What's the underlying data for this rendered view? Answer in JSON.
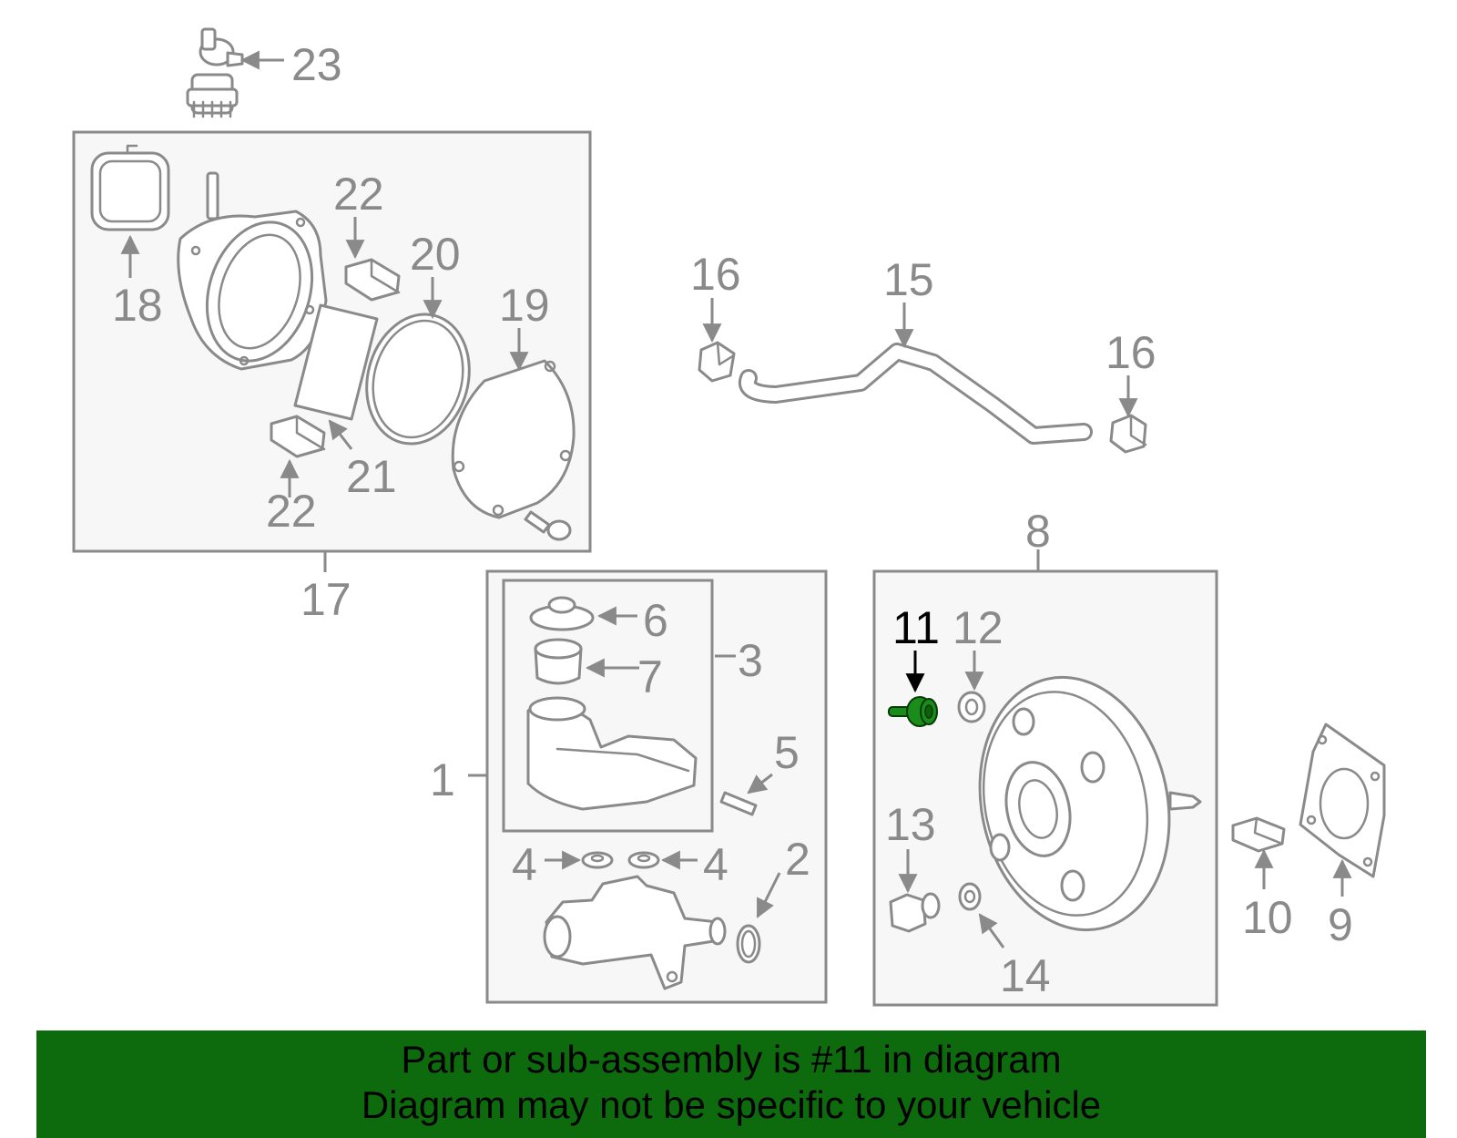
{
  "callouts": {
    "c1": "1",
    "c2": "2",
    "c3": "3",
    "c4a": "4",
    "c4b": "4",
    "c5": "5",
    "c6": "6",
    "c7": "7",
    "c8": "8",
    "c9": "9",
    "c10": "10",
    "c11": "11",
    "c12": "12",
    "c13": "13",
    "c14": "14",
    "c15": "15",
    "c16a": "16",
    "c16b": "16",
    "c17": "17",
    "c18": "18",
    "c19": "19",
    "c20": "20",
    "c21": "21",
    "c22a": "22",
    "c22b": "22",
    "c23": "23"
  },
  "highlight": {
    "part": "11",
    "color": "#1a8c1a"
  },
  "colors": {
    "line": "#8a8a8a",
    "box_fill": "#f7f7f7",
    "banner": "#0d6b0d",
    "text": "#000000"
  },
  "banner": {
    "line1": "Part or sub-assembly is #11 in diagram",
    "line2": "Diagram may not be specific to your vehicle"
  }
}
